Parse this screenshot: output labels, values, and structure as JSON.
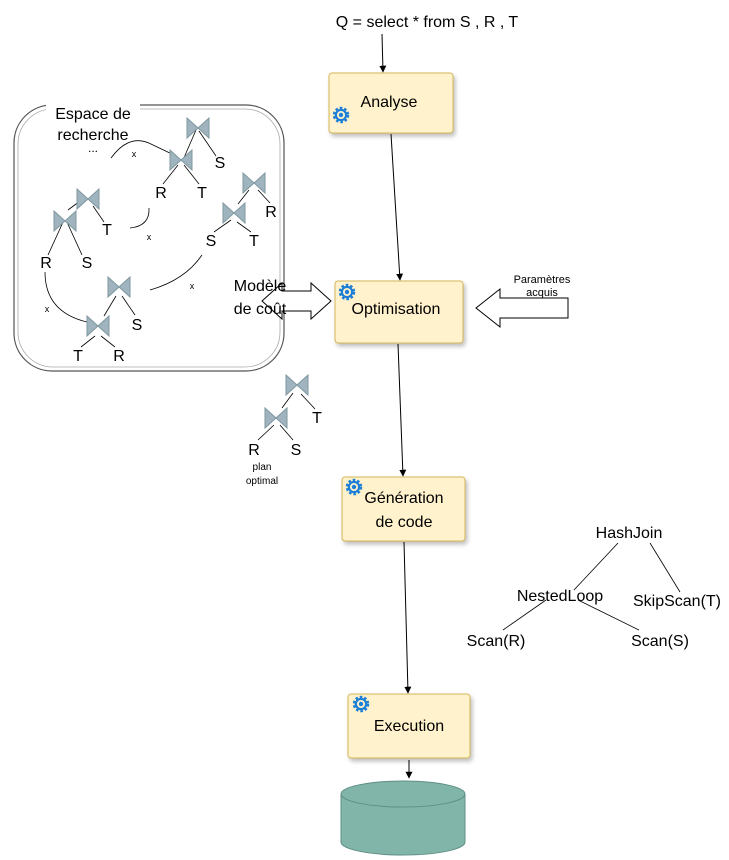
{
  "query": "Q = select * from S , R , T",
  "stages": {
    "analyse": "Analyse",
    "optimisation": "Optimisation",
    "generation_line1": "Génération",
    "generation_line2": "de code",
    "execution": "Execution"
  },
  "search_space": {
    "title_line1": "Espace de",
    "title_line2": "recherche",
    "ellipsis": "...",
    "cross_mark": "x",
    "leaves": {
      "S": "S",
      "R": "R",
      "T": "T"
    }
  },
  "cost_model": {
    "line1": "Modèle",
    "line2": "de coût"
  },
  "acquired_params": {
    "line1": "Paramètres",
    "line2": "acquis"
  },
  "optimal_plan": {
    "line1": "plan",
    "line2": "optimal"
  },
  "physical_plan": {
    "root": "HashJoin",
    "left": "NestedLoop",
    "right": "SkipScan(T)",
    "left_left": "Scan(R)",
    "left_right": "Scan(S)"
  },
  "colors": {
    "stage_fill": "#fff2cc",
    "stage_stroke": "#d6b656",
    "gear": "#1d7fd6",
    "bowtie": "#9fb4be",
    "database_fill": "#82b5aa"
  },
  "icons": {
    "stage_icon": "gear-icon",
    "join_icon": "bowtie-join-icon",
    "storage": "database-icon"
  }
}
